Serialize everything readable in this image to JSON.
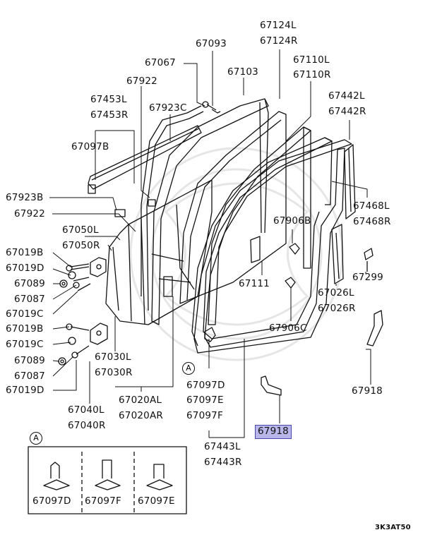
{
  "parts": {
    "p67093": "67093",
    "p67067": "67067",
    "p67922_top": "67922",
    "p67103": "67103",
    "p67124L": "67124L",
    "p67124R": "67124R",
    "p67110L": "67110L",
    "p67110R": "67110R",
    "p67453L": "67453L",
    "p67453R": "67453R",
    "p67923C": "67923C",
    "p67442L": "67442L",
    "p67442R": "67442R",
    "p67097B": "67097B",
    "p67923B": "67923B",
    "p67468L": "67468L",
    "p67468R": "67468R",
    "p67922_mid": "67922",
    "p67906B": "67906B",
    "p67050L": "67050L",
    "p67050R": "67050R",
    "p67019B_a": "67019B",
    "p67019D_a": "67019D",
    "p67299": "67299",
    "p67089_a": "67089",
    "p67087_a": "67087",
    "p67111": "67111",
    "p67026L": "67026L",
    "p67026R": "67026R",
    "p67019C_a": "67019C",
    "p67019B_b": "67019B",
    "p67906C": "67906C",
    "p67019C_b": "67019C",
    "p67030L": "67030L",
    "p67030R": "67030R",
    "p67089_b": "67089",
    "p67087_b": "67087",
    "p67097D": "67097D",
    "p67097E": "67097E",
    "p67097F": "67097F",
    "p67019D_b": "67019D",
    "p67020AL": "67020AL",
    "p67020AR": "67020AR",
    "p67918_right": "67918",
    "p67918_hl": "67918",
    "p67040L": "67040L",
    "p67040R": "67040R",
    "p67443L": "67443L",
    "p67443R": "67443R"
  },
  "inset": {
    "marker": "A",
    "clip1": "67097D",
    "clip2": "67097F",
    "clip3": "67097E"
  },
  "callout_marker": "A",
  "diagram_code": "3K3AT50",
  "colors": {
    "line": "#111111",
    "highlight": "#b9b6ea",
    "highlight_border": "#4a46b0",
    "watermark": "#e6e6e6"
  }
}
